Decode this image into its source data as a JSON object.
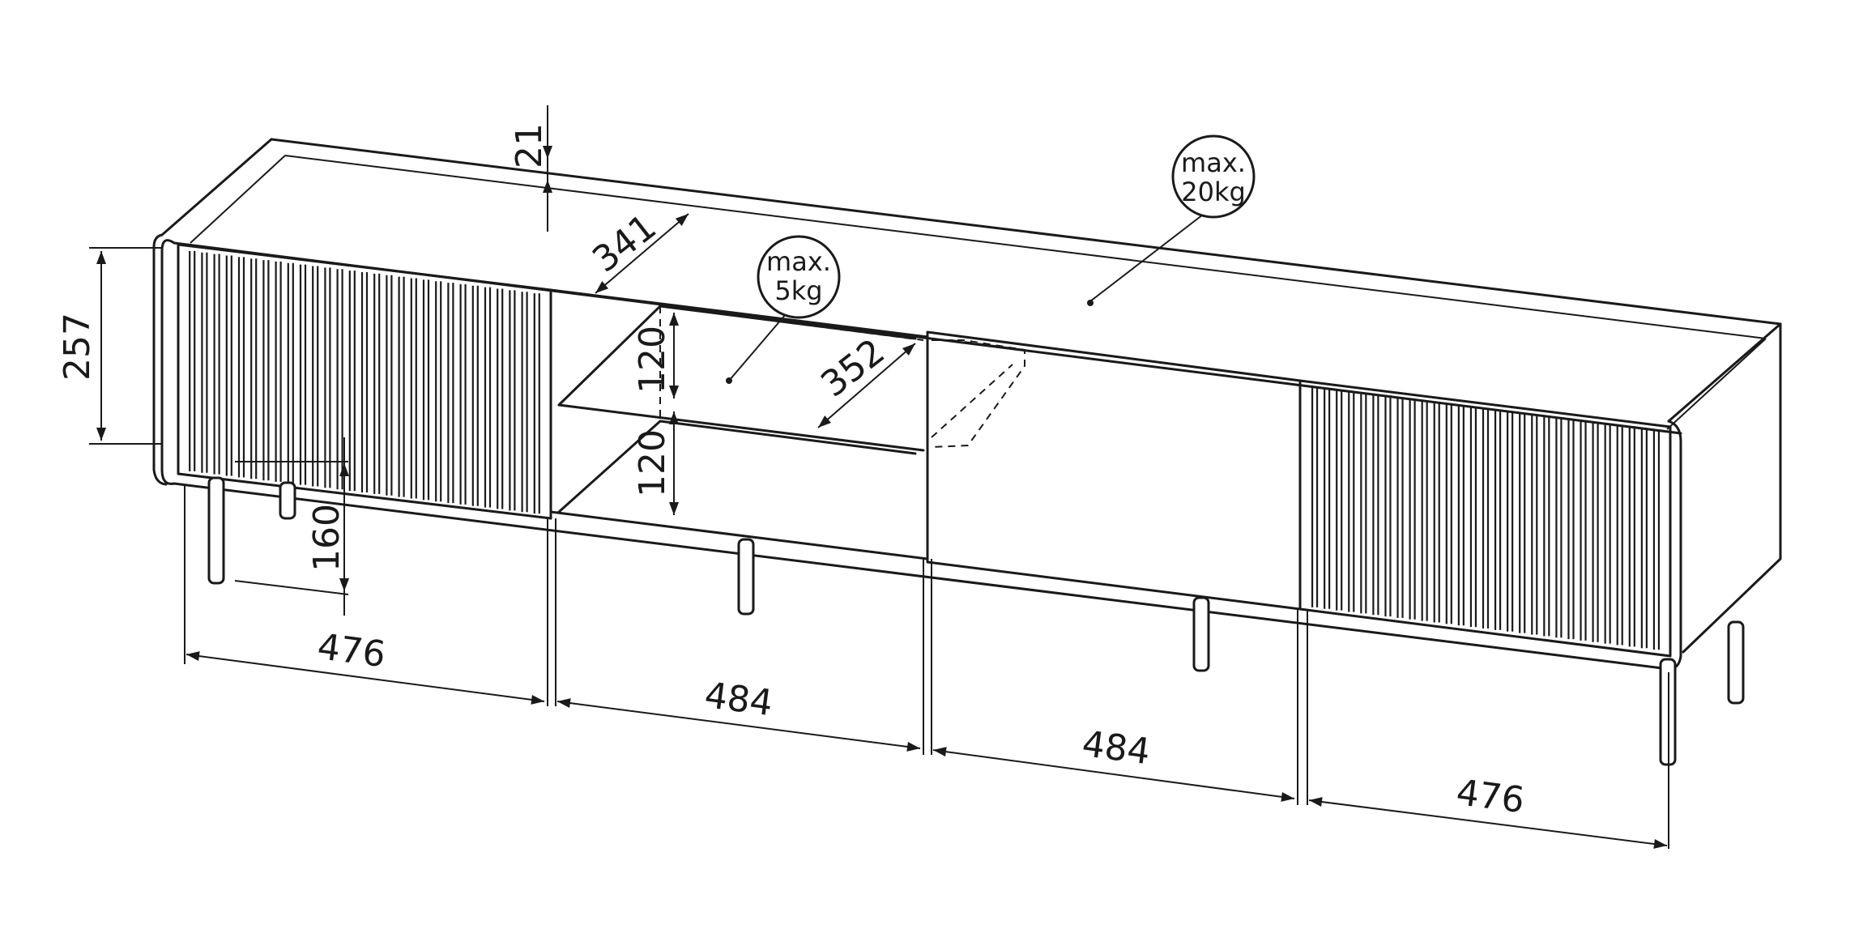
{
  "dimensions": {
    "top_thickness": "21",
    "depth": "341",
    "body_height": "257",
    "leg_height": "160",
    "shelf_height_upper": "120",
    "shelf_height_lower": "120",
    "shelf_depth": "352",
    "width_left_cabinet": "476",
    "width_open_compartment": "484",
    "width_drawer": "484",
    "width_right_cabinet": "476"
  },
  "callouts": {
    "top_load": {
      "line1": "max.",
      "line2": "20kg"
    },
    "shelf_load": {
      "line1": "max.",
      "line2": "5kg"
    }
  }
}
